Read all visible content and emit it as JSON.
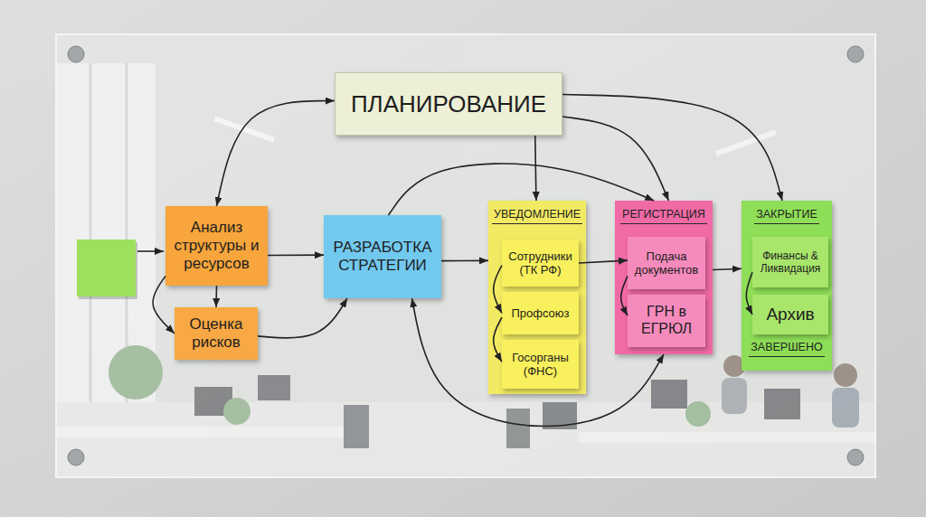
{
  "diagram": {
    "nodes": [
      {
        "text": [
          "ПЛАНИРОВАНИЕ"
        ]
      },
      {
        "text": [
          "Анализ структуры и ресурсов"
        ]
      },
      {
        "text": [
          "Оценка рисков"
        ]
      },
      {
        "text": [
          "РАЗРАБОТКА СТРАТЕГИИ"
        ]
      },
      {
        "text": [
          "УВЕДОМЛЕНИЕ"
        ]
      },
      {
        "text": [
          "Сотрудники (ТК РФ)"
        ],
        "in": 4
      },
      {
        "text": [
          "Профсоюз"
        ],
        "in": 4
      },
      {
        "text": [
          "Госорганы (ФНС)"
        ],
        "in": 4
      },
      {
        "text": [
          "РЕГИСТРАЦИЯ"
        ]
      },
      {
        "text": [
          "Подача документов"
        ],
        "in": 8
      },
      {
        "text": [
          "ГРН в ЕГРЮЛ"
        ],
        "in": 8
      },
      {
        "text": [
          "ЗАКРЫТИЕ",
          "ЗАВЕРШЕНО"
        ]
      },
      {
        "text": [
          "Финансы & Ликвидация"
        ],
        "in": 11
      },
      {
        "text": [
          "Архив"
        ],
        "in": 11
      }
    ],
    "edges": [
      {
        "from": 0,
        "to": 1,
        "arrow": "both"
      },
      {
        "from": 0,
        "to": 4,
        "arrow": "to"
      },
      {
        "from": 0,
        "to": 8,
        "arrow": "to"
      },
      {
        "from": 0,
        "to": 11,
        "arrow": "to"
      },
      {
        "from": 1,
        "to": 2,
        "arrow": "to"
      },
      {
        "from": 1,
        "to": 2,
        "arrow": "to"
      },
      {
        "from": 1,
        "to": 3,
        "arrow": "to"
      },
      {
        "from": 2,
        "to": 3,
        "arrow": "to"
      },
      {
        "from": 3,
        "to": 4,
        "arrow": "to"
      },
      {
        "from": 3,
        "to": 8,
        "arrow": "to"
      },
      {
        "from": 3,
        "to": 8,
        "arrow": "both"
      },
      {
        "from": 5,
        "to": 6,
        "arrow": "to"
      },
      {
        "from": 6,
        "to": 7,
        "arrow": "to"
      },
      {
        "from": 5,
        "to": 9,
        "arrow": "to"
      },
      {
        "from": 9,
        "to": 10,
        "arrow": "to"
      },
      {
        "from": 8,
        "to": 11,
        "arrow": "to"
      },
      {
        "from": 12,
        "to": 13,
        "arrow": "to"
      }
    ]
  }
}
